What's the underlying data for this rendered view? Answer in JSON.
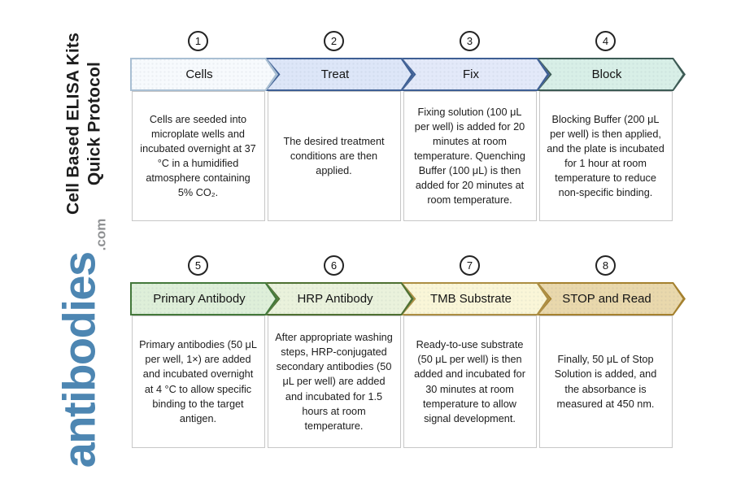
{
  "sidebar": {
    "title_line1": "Cell Based ELISA Kits",
    "title_line2": "Quick Protocol",
    "title_color": "#1d1d1d",
    "logo_text": "antibodies",
    "logo_suffix": ".com",
    "logo_color": "#4d86b2",
    "logo_suffix_color": "#8f9193"
  },
  "steps": [
    {
      "number": "1",
      "label": "Cells",
      "description": "Cells are seeded into microplate wells and incubated overnight at 37 °C in a humidified atmosphere containing 5% CO₂.",
      "fill": "#f7fafd",
      "border": "#a9bfd3"
    },
    {
      "number": "2",
      "label": "Treat",
      "description": "The desired treatment conditions are then applied.",
      "fill": "#dde6f8",
      "border": "#3e5f94"
    },
    {
      "number": "3",
      "label": "Fix",
      "description": "Fixing solution (100 μL per well) is added for 20 minutes at room temperature. Quenching Buffer (100 μL) is then added for 20 minutes at room temperature.",
      "fill": "#e3e9f9",
      "border": "#3e5f94"
    },
    {
      "number": "4",
      "label": "Block",
      "description": "Blocking Buffer (200 μL per well) is then applied, and the plate is incubated for 1 hour at room temperature to reduce non-specific binding.",
      "fill": "#d8efe7",
      "border": "#3d5b55"
    },
    {
      "number": "5",
      "label": "Primary Antibody",
      "description": "Primary antibodies (50 μL per well, 1×) are added and incubated overnight at 4 °C to allow specific binding to the target antigen.",
      "fill": "#deefd9",
      "border": "#43783a"
    },
    {
      "number": "6",
      "label": "HRP Antibody",
      "description": "After appropriate washing steps, HRP-conjugated secondary antibodies (50 μL per well) are added and incubated for 1.5 hours at room temperature.",
      "fill": "#eaf2dc",
      "border": "#4e7031"
    },
    {
      "number": "7",
      "label": "TMB Substrate",
      "description": "Ready-to-use substrate (50 μL per well) is then added and incubated for 30 minutes at room temperature to allow signal development.",
      "fill": "#faf6d8",
      "border": "#ac8e42"
    },
    {
      "number": "8",
      "label": "STOP and Read",
      "description": "Finally, 50 μL of Stop Solution is added, and the absorbance is measured at 450 nm.",
      "fill": "#e9d8ac",
      "border": "#a5812f"
    }
  ]
}
